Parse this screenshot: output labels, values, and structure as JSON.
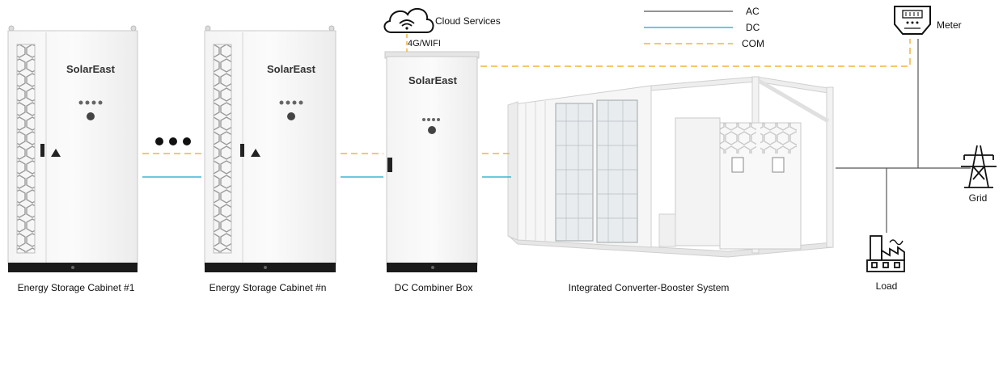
{
  "legend": {
    "ac": {
      "label": "AC",
      "color": "#555555"
    },
    "dc": {
      "label": "DC",
      "color": "#3bb5d1"
    },
    "com": {
      "label": "COM",
      "color": "#f2b53a"
    }
  },
  "brand": "SolarEast",
  "cloud": {
    "label": "Cloud Services",
    "link_label": "4G/WIFI"
  },
  "meter": {
    "label": "Meter"
  },
  "grid": {
    "label": "Grid"
  },
  "load": {
    "label": "Load"
  },
  "components": {
    "cabinet_1": {
      "label": "Energy Storage Cabinet #1"
    },
    "cabinet_n": {
      "label": "Energy Storage Cabinet #n"
    },
    "combiner": {
      "label": "DC Combiner Box"
    },
    "converter": {
      "label": "Integrated Converter-Booster System"
    }
  },
  "icons": [
    "wifi-icon",
    "cloud-icon",
    "meter-icon",
    "transmission-tower-icon",
    "factory-icon",
    "warning-icon"
  ]
}
